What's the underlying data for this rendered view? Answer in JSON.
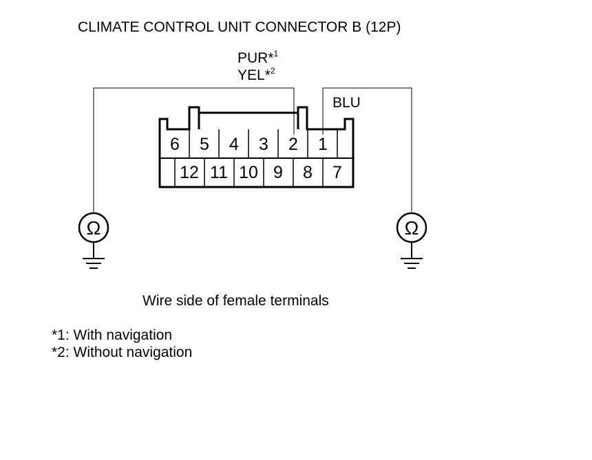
{
  "title": "CLIMATE CONTROL UNIT CONNECTOR B (12P)",
  "wires": {
    "pur": {
      "color_code": "PUR",
      "marker": "*",
      "note_ref": "1"
    },
    "yel": {
      "color_code": "YEL",
      "marker": "*",
      "note_ref": "2"
    },
    "blu": {
      "color_code": "BLU"
    }
  },
  "connector": {
    "top_row": [
      "6",
      "5",
      "4",
      "3",
      "2",
      "1"
    ],
    "bottom_row": [
      "12",
      "11",
      "10",
      "9",
      "8",
      "7"
    ]
  },
  "meter_symbol": "Ω",
  "caption": "Wire side of female terminals",
  "notes": [
    "*1: With navigation",
    "*2: Without navigation"
  ],
  "icons": {
    "meter": "ohmmeter-icon",
    "ground": "ground-icon"
  }
}
